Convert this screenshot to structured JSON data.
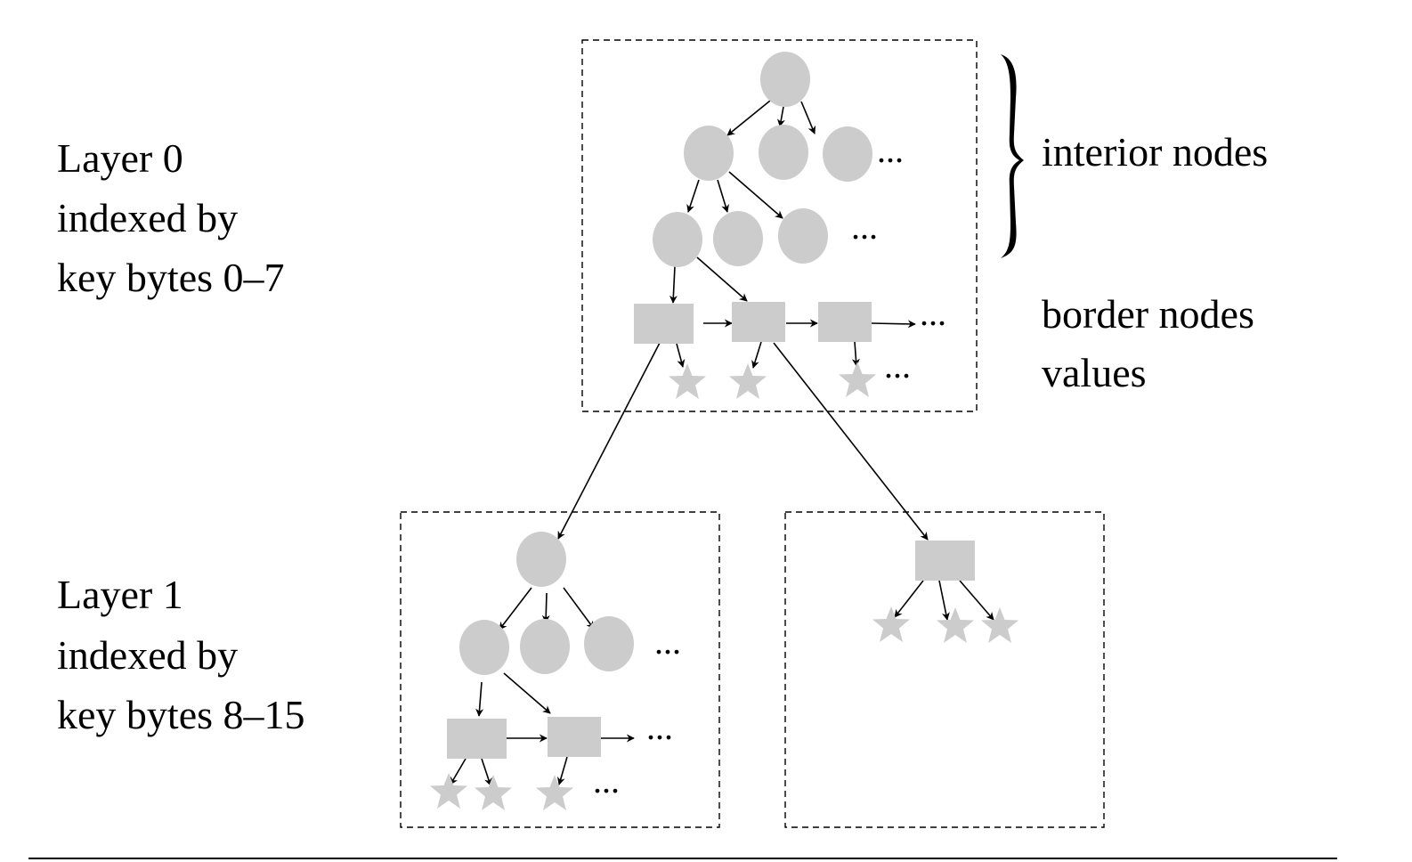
{
  "colors": {
    "node_fill": "#cccccc",
    "line": "#000000",
    "background": "#ffffff"
  },
  "layers": [
    {
      "title": "Layer 0",
      "line2": "indexed by",
      "line3": "key bytes 0–7"
    },
    {
      "title": "Layer 1",
      "line2": "indexed by",
      "line3": "key bytes 8–15"
    }
  ],
  "legend": {
    "interior": "interior nodes",
    "border": "border nodes",
    "values": "values"
  },
  "ellipsis": "...",
  "node_types": {
    "interior": "circle",
    "border": "rectangle",
    "value": "star"
  }
}
